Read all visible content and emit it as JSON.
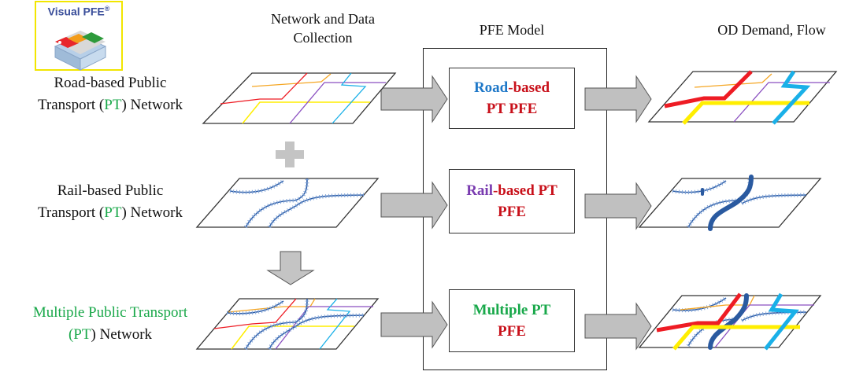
{
  "logo": {
    "title": "Visual PFE",
    "mark": "®",
    "icon": "pfe-cube-logo-icon"
  },
  "headers": {
    "network_collection": [
      "Network and Data",
      "Collection"
    ],
    "pfe_model": "PFE Model",
    "od_demand": "OD Demand, Flow"
  },
  "inputs": [
    {
      "line1": "Road-based Public",
      "line2_pre": "Transport (",
      "line2_pt": "PT",
      "line2_post": ") Network"
    },
    {
      "line1": "Rail-based Public",
      "line2_pre": "Transport (",
      "line2_pt": "PT",
      "line2_post": ") Network"
    },
    {
      "line1": "Multiple Public Transport",
      "line2_pre": "(",
      "line2_pt": "PT",
      "line2_post": ") Network"
    }
  ],
  "operators": {
    "plus": "plus-icon",
    "down_arrow": "down-arrow-icon"
  },
  "models": [
    {
      "parts": [
        {
          "text": "Road",
          "color": "blue"
        },
        {
          "text": "-based",
          "color": "red"
        }
      ],
      "line2": "PT PFE"
    },
    {
      "parts": [
        {
          "text": "Rail",
          "color": "purple"
        },
        {
          "text": "-based PT",
          "color": "red"
        }
      ],
      "line2": "PFE"
    },
    {
      "parts": [
        {
          "text": "Multiple PT",
          "color": "green"
        }
      ],
      "line2": "PFE"
    }
  ],
  "colors": {
    "road_orange": "#f5a623",
    "road_red": "#ee1c24",
    "road_yellow": "#ffee00",
    "road_purple": "#8a4fc0",
    "road_cyan": "#1ab0e8",
    "rail_blue": "#2f5fa8",
    "arrow_gray": "#c0c0c0",
    "pt_green": "#1aa84a"
  }
}
